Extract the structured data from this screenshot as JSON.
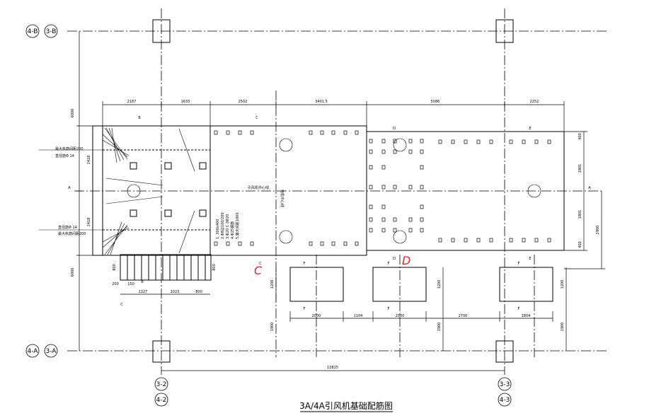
{
  "title": "3A/4A引风机基础配筋图",
  "grid_labels": {
    "top_left": [
      "4-B",
      "3-B"
    ],
    "bottom_left": [
      "4-A",
      "3-A"
    ],
    "bottom_col_left": [
      "3-2",
      "4-2"
    ],
    "bottom_col_right": [
      "3-3",
      "4-3"
    ]
  },
  "top_dimensions": [
    "2187",
    "1633",
    "2502",
    "3401.5",
    "5086",
    "2252"
  ],
  "left_dimensions": [
    "6000",
    "2418",
    "2418",
    "6000"
  ],
  "right_dimensions": [
    "400",
    "1801",
    "1801",
    "400",
    "2900"
  ],
  "bottom_dimensions": [
    "2000",
    "1104",
    "2000",
    "2700",
    "1804"
  ],
  "overall_dimension": "12825",
  "small_dimensions": {
    "stair_width": "150",
    "stair_offset": "200",
    "stair_run": "1327",
    "mid": "1023",
    "end": "800",
    "stair_h_left": "800",
    "stair_h_right": "800",
    "pit_h1": "1200",
    "pit_h2": "1200",
    "pit_h3": "1200",
    "low1": "1900",
    "low2": "1900",
    "low3": "1900",
    "upper": "1200"
  },
  "section_marks": {
    "A": "A",
    "B": "B",
    "C": "C",
    "D": "D",
    "E": "E",
    "F": "F"
  },
  "annotations": {
    "rebar_top_1": "最大执筋间距200",
    "rebar_top_2": "直径筋Φ 14",
    "rebar_bot_1": "直径筋Φ 14",
    "rebar_bot_2": "最大执筋间距200",
    "fan_center": "引风机中心线",
    "motor_center": "电机中心线",
    "notes": [
      "1.  300x400",
      "2.Φ8@100/200",
      "3.Φ20 C 3Φ20",
      "4.Φ25钢筋",
      "5.最大间距1000"
    ]
  },
  "handwritten_marks": [
    "C",
    "D"
  ],
  "colors": {
    "line": "#000000",
    "handwritten": "#e8202a"
  }
}
